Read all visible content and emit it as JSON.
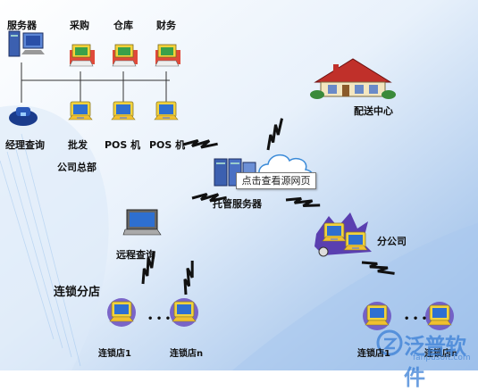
{
  "hq": {
    "server": "服务器",
    "purchase": "采购",
    "warehouse": "仓库",
    "finance": "财务",
    "manager_query": "经理查询",
    "wholesale": "批发",
    "pos1": "POS 机",
    "pos2": "POS 机",
    "title": "公司总部"
  },
  "distribution_center": "配送中心",
  "hosting": {
    "label": "托管服务器",
    "tooltip": "点击查看源网页"
  },
  "remote_query": "远程查询",
  "chain": {
    "title": "连锁分店",
    "store1": "连锁店1",
    "storen": "连锁店n"
  },
  "branch": {
    "title": "分公司",
    "store1": "连锁店1",
    "storen": "连锁店n"
  },
  "ellipsis": "• • •",
  "watermark": {
    "brand": "泛普软件",
    "url": "fanpusoft.com"
  }
}
